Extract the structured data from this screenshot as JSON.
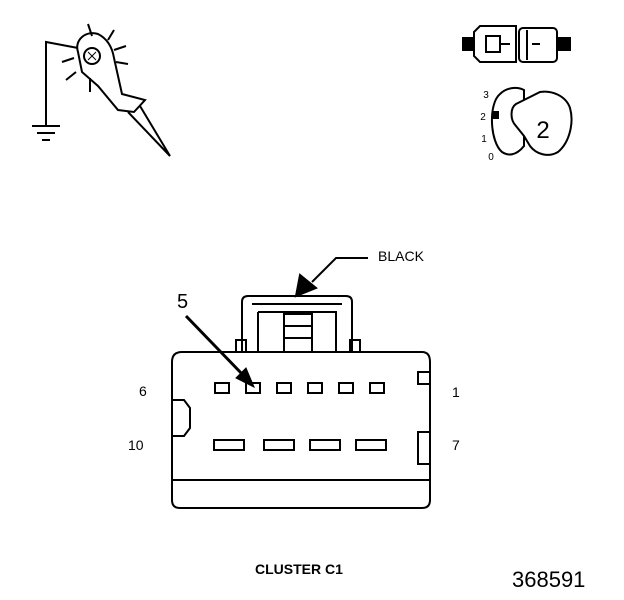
{
  "connector": {
    "color_label": "BLACK",
    "name": "CLUSTER C1",
    "pointer_pin": "5",
    "top_row": {
      "left_pin": "6",
      "right_pin": "1"
    },
    "bottom_row": {
      "left_pin": "10",
      "right_pin": "7"
    }
  },
  "key_switch": {
    "current_position": "2",
    "positions": [
      "3",
      "2",
      "1",
      "0"
    ]
  },
  "figure_number": "368591",
  "colors": {
    "line": "#000000",
    "background": "#ffffff"
  }
}
